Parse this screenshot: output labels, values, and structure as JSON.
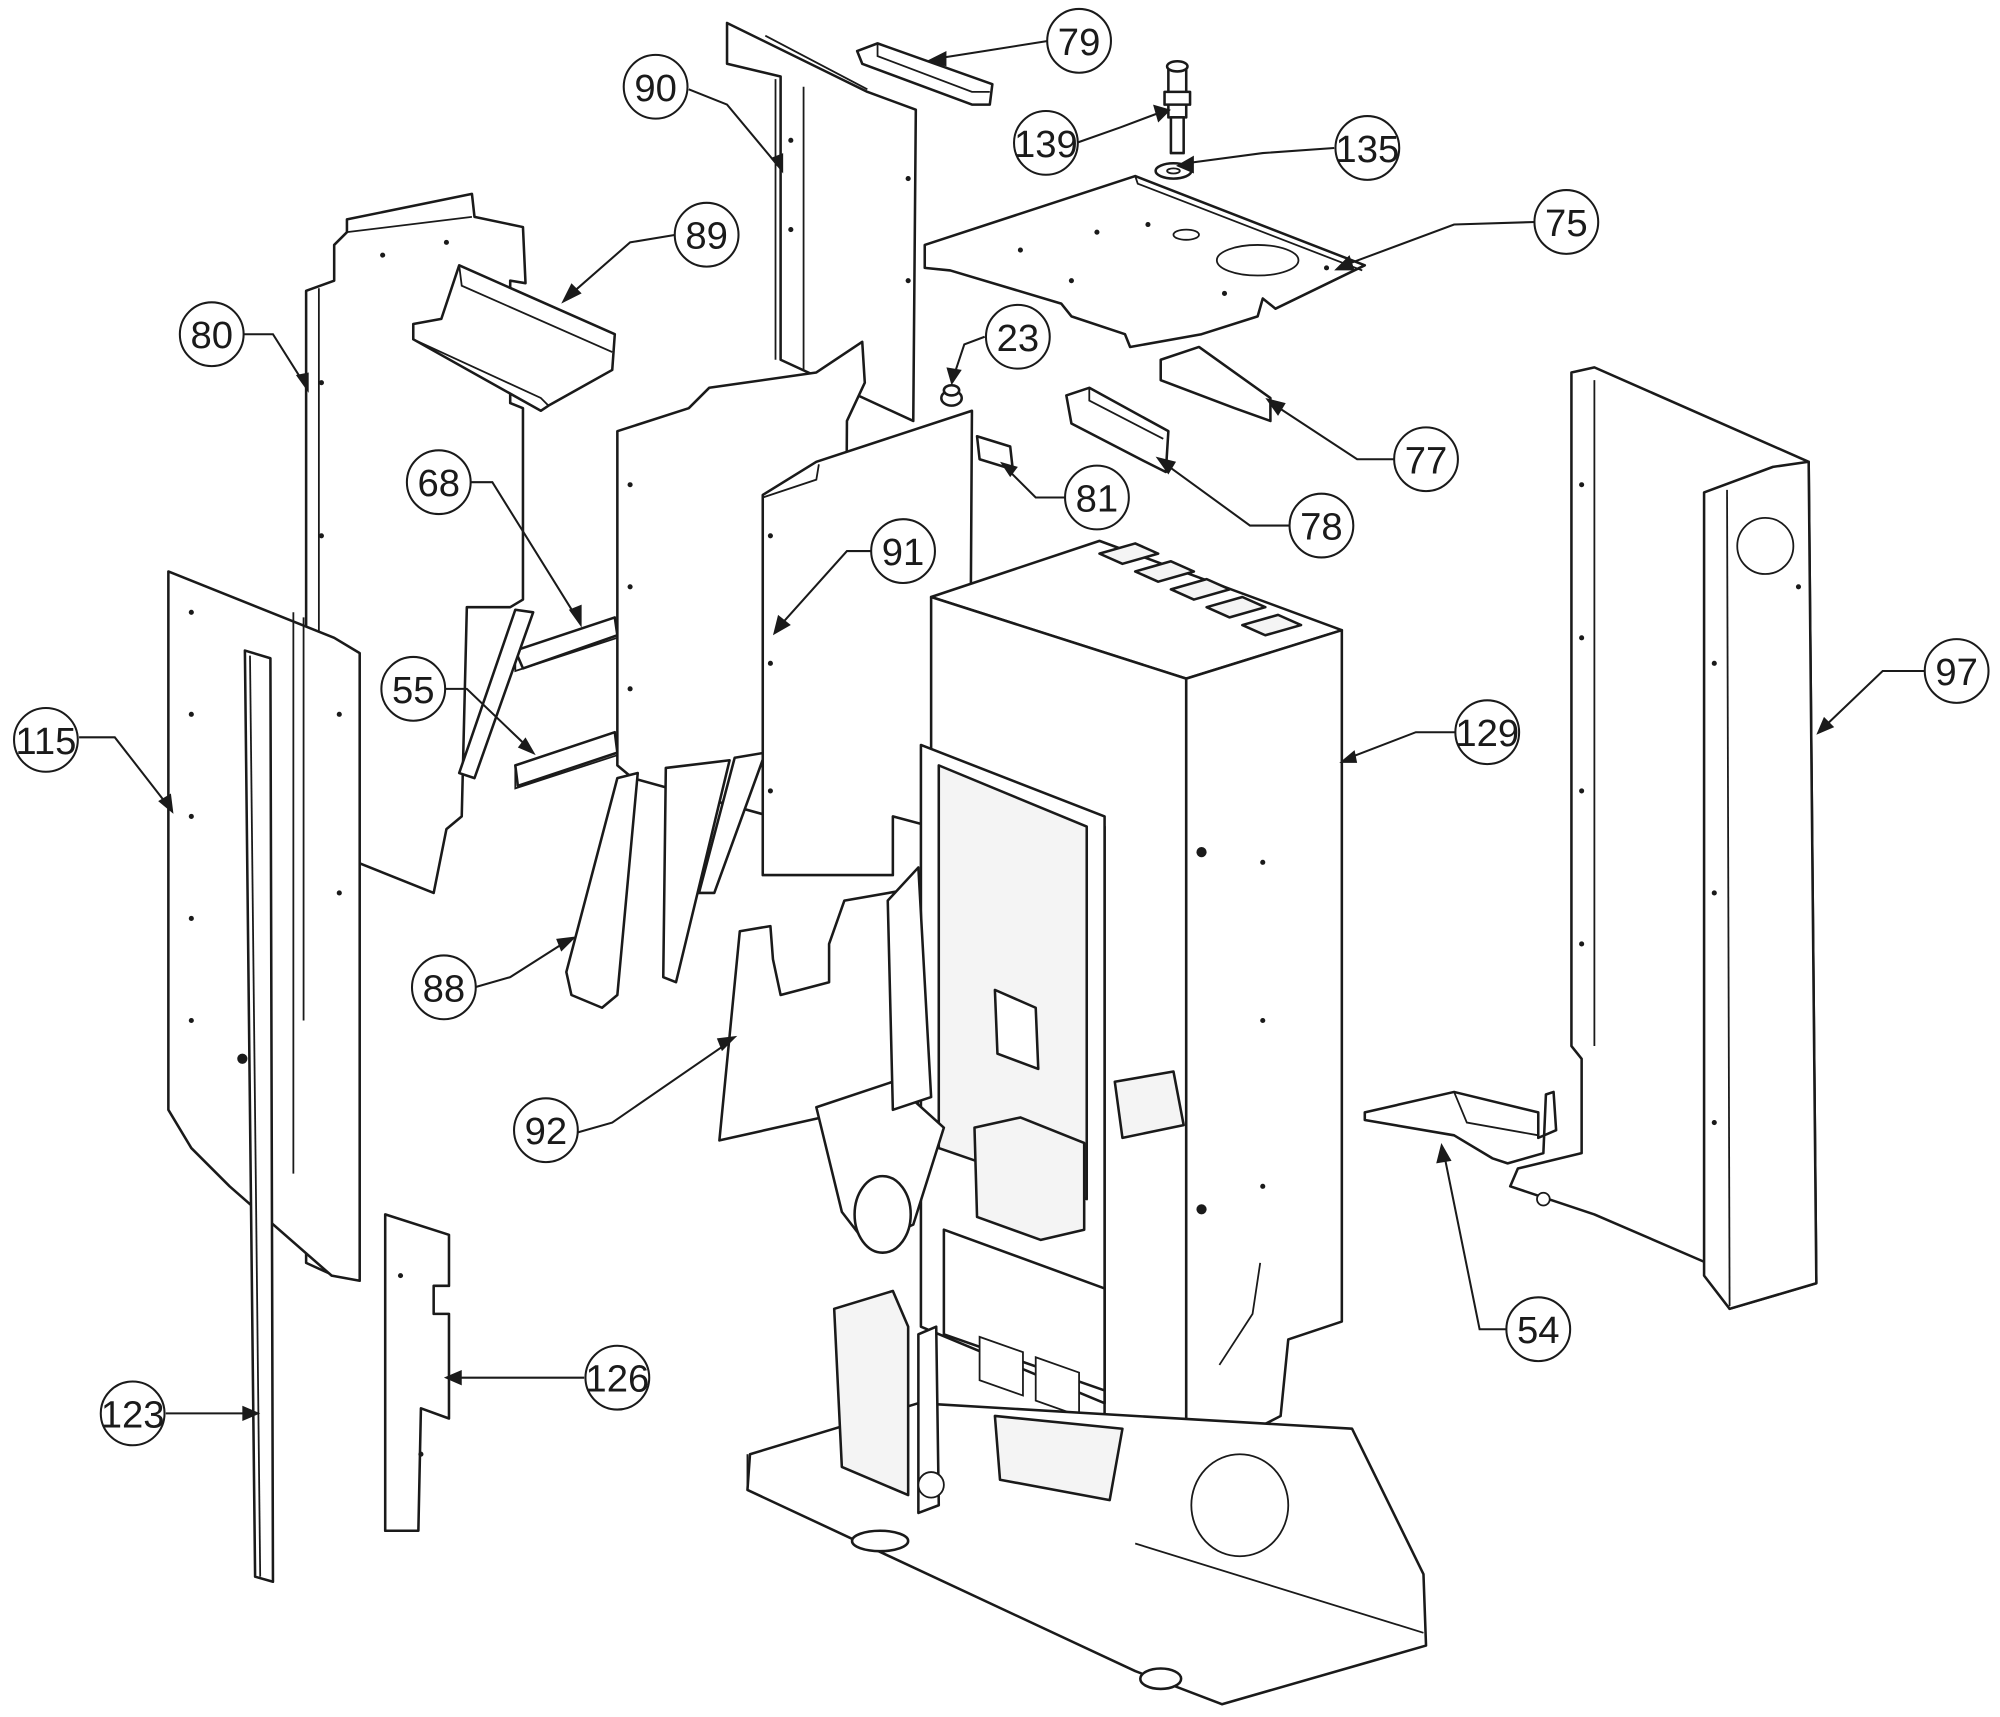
{
  "callouts": [
    {
      "id": "c79",
      "label": "79"
    },
    {
      "id": "c90",
      "label": "90"
    },
    {
      "id": "c139",
      "label": "139"
    },
    {
      "id": "c135",
      "label": "135"
    },
    {
      "id": "c89",
      "label": "89"
    },
    {
      "id": "c75",
      "label": "75"
    },
    {
      "id": "c80",
      "label": "80"
    },
    {
      "id": "c23",
      "label": "23"
    },
    {
      "id": "c77",
      "label": "77"
    },
    {
      "id": "c68",
      "label": "68"
    },
    {
      "id": "c81",
      "label": "81"
    },
    {
      "id": "c78",
      "label": "78"
    },
    {
      "id": "c91",
      "label": "91"
    },
    {
      "id": "c97",
      "label": "97"
    },
    {
      "id": "c55",
      "label": "55"
    },
    {
      "id": "c129",
      "label": "129"
    },
    {
      "id": "c115",
      "label": "115"
    },
    {
      "id": "c88",
      "label": "88"
    },
    {
      "id": "c92",
      "label": "92"
    },
    {
      "id": "c54",
      "label": "54"
    },
    {
      "id": "c126",
      "label": "126"
    },
    {
      "id": "c123",
      "label": "123"
    }
  ]
}
